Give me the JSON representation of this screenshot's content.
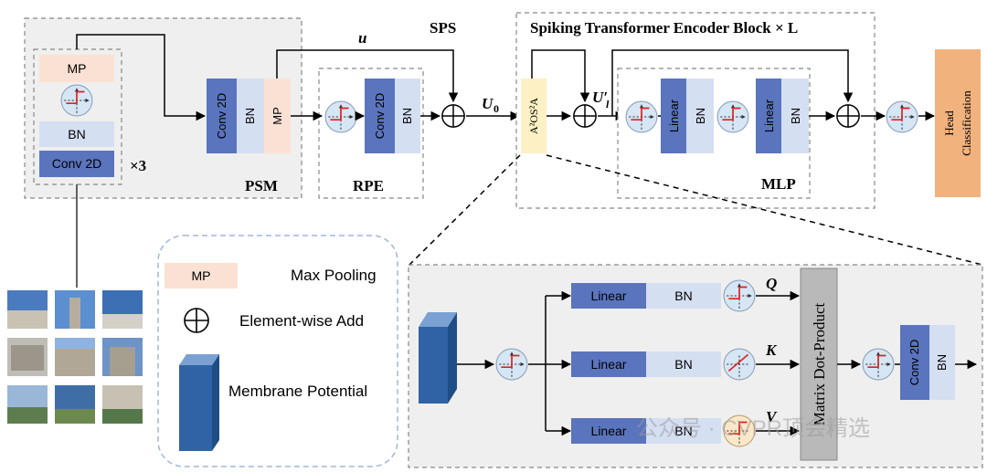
{
  "labels": {
    "mp": "MP",
    "bn": "BN",
    "conv2d": "Conv 2D",
    "times3": "×3",
    "psm": "PSM",
    "rpe": "RPE",
    "sps": "SPS",
    "u": "u",
    "u0": "U",
    "u0_sub": "0",
    "ul": "U′",
    "ul_sub": "l",
    "a2os2a": "A²OS²A",
    "encoder_title": "Spiking Transformer Encoder Block × L",
    "linear": "Linear",
    "mlp": "MLP",
    "head": "Head",
    "classification": "Classification",
    "q": "Q",
    "k": "K",
    "v": "V",
    "dot_product": "Matrix Dot-Product"
  },
  "legend": {
    "mp_label": "MP",
    "max_pooling": "Max Pooling",
    "element_add": "Element-wise  Add",
    "membrane": "Membrane Potential"
  },
  "watermark": "公众号 · CVPR顶会精选",
  "colors": {
    "blue": "#5a74bd",
    "light_blue": "#d5dff2",
    "peach": "#fbe1d3",
    "orange": "#f2b27e",
    "yellow": "#fdf0c4",
    "neuron": "#d6e6f5",
    "gray_panel": "#efefef",
    "dot_gray": "#b9b9b9",
    "cube": "#2f63a5"
  }
}
